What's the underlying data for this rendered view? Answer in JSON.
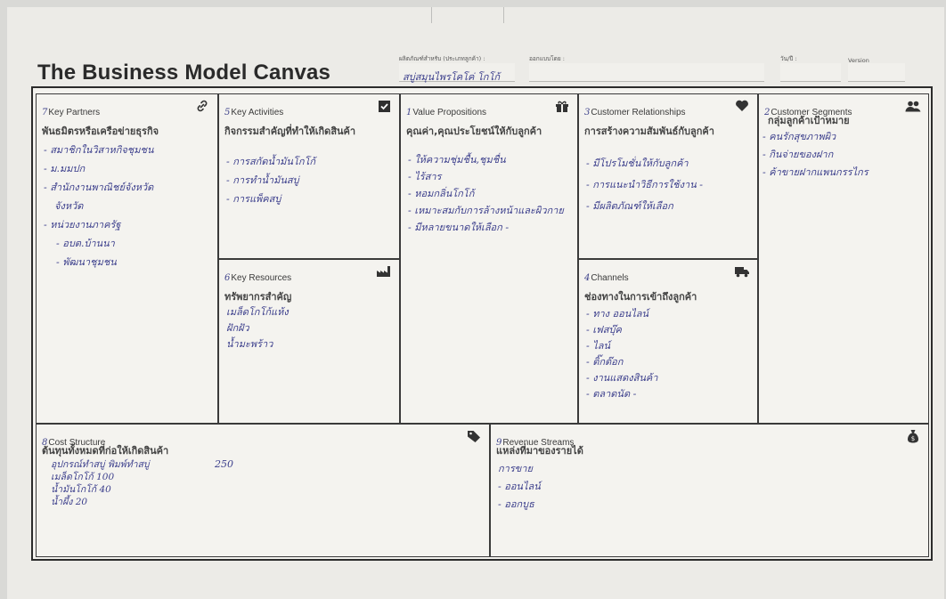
{
  "title": "The Business Model Canvas",
  "meta": {
    "designed_for_label": "ผลิตภัณฑ์สำหรับ (ประเภทลูกค้า) :",
    "designed_for_value": "สบู่สมุนไพรโคโค่ โกโก้",
    "designed_by_label": "ออกแบบโดย :",
    "date_label": "วัน/ปี :",
    "version_label": "Version"
  },
  "blocks": {
    "key_partners": {
      "num": "7",
      "title": "Key Partners",
      "thai": "พันธมิตรหรือเครือข่ายธุรกิจ",
      "items": [
        "- สมาชิกในวิสาหกิจชุมชน",
        "- ม.มมปก",
        "- สำนักงานพาณิชย์จังหวัด",
        "จังหวัด",
        "- หน่วยงานภาครัฐ",
        "- อบต.บ้านนา",
        "- พัฒนาชุมชน"
      ]
    },
    "key_activities": {
      "num": "5",
      "title": "Key Activities",
      "thai": "กิจกรรมสำคัญที่ทำให้เกิดสินค้า",
      "items": [
        "- การสกัดน้ำมันโกโก้",
        "- การทำน้ำมันสบู่",
        "- การแพ็คสบู่"
      ]
    },
    "value_propositions": {
      "num": "1",
      "title": "Value Propositions",
      "thai": "คุณค่า,คุณประโยชน์ให้กับลูกค้า",
      "items": [
        "- ให้ความชุ่มชื้น,ชุมชื่น",
        "- ไร้สาร",
        "- หอมกลิ่นโกโก้",
        "- เหมาะสมกับการล้างหน้าและผิวกาย",
        "- มีหลายขนาดให้เลือก -"
      ]
    },
    "customer_relationships": {
      "num": "3",
      "title": "Customer Relationships",
      "thai": "การสร้างความสัมพันธ์กับลูกค้า",
      "items": [
        "- มีโปรโมชั่นให้กับลูกค้า",
        "- การแนะนำวิธีการใช้งาน -",
        "- มีผลิตภัณฑ์ให้เลือก"
      ]
    },
    "customer_segments": {
      "num": "2",
      "title": "Customer Segments",
      "thai": "กลุ่มลูกค้าเป้าหมาย",
      "items": [
        "- คนรักสุขภาพผิว",
        "- กินจ่ายของฝาก",
        "- ค้าขายฝากแพนกรรไกร"
      ]
    },
    "key_resources": {
      "num": "6",
      "title": "Key Resources",
      "thai": "ทรัพยากรสำคัญ",
      "items": [
        "เมล็ดโกโก้แห้ง",
        "ฝักฝัว",
        "น้ำมะพร้าว"
      ]
    },
    "channels": {
      "num": "4",
      "title": "Channels",
      "thai": "ช่องทางในการเข้าถึงลูกค้า",
      "items": [
        "- ทาง ออนไลน์",
        "- เฟสบุ๊ค",
        "- ไลน์",
        "- ติ๊กต๊อก",
        "- งานแสดงสินค้า",
        "- ตลาดนัด -"
      ]
    },
    "cost_structure": {
      "num": "8",
      "title": "Cost Structure",
      "thai": "ต้นทุนทั้งหมดที่ก่อให้เกิดสินค้า",
      "items": [
        "อุปกรณ์ทำสบู่ พิมพ์ทำสบู่",
        "เมล็ดโกโก้ 100",
        "น้ำมันโกโก้ 40",
        "น้ำผึ้ง 20"
      ],
      "total": "250"
    },
    "revenue_streams": {
      "num": "9",
      "title": "Revenue Streams",
      "thai": "แหล่งที่มาของรายได้",
      "items": [
        "การขาย",
        "- ออนไลน์",
        "- ออกบูธ"
      ]
    }
  }
}
